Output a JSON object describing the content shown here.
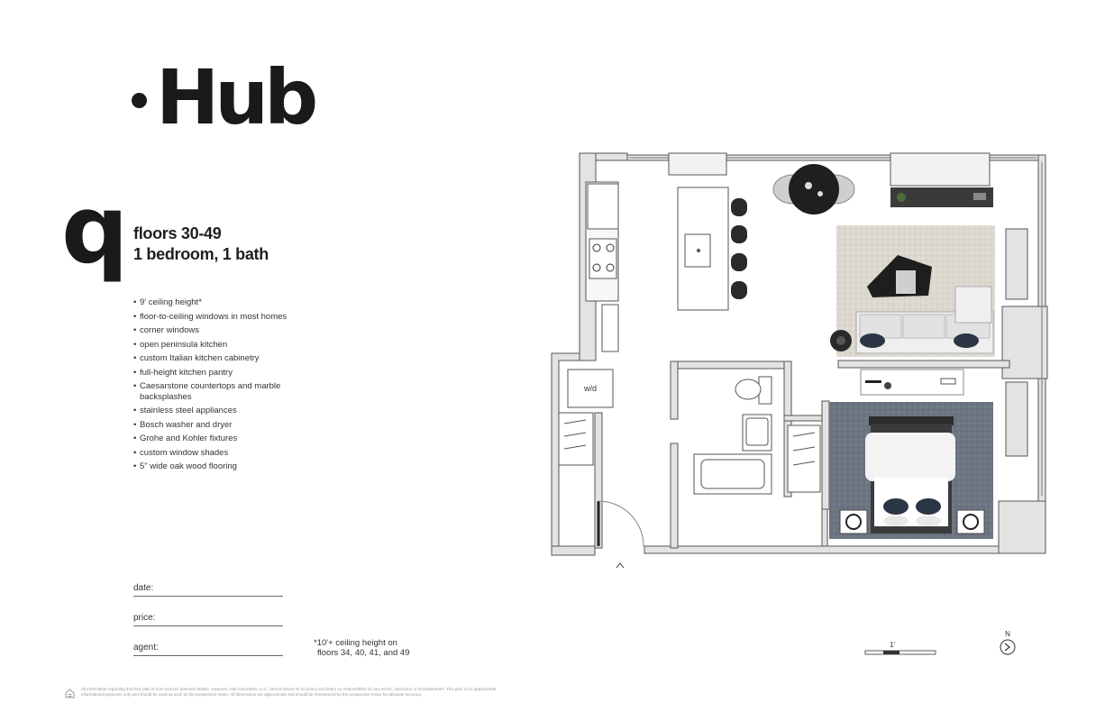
{
  "brand": {
    "name": "Hub"
  },
  "unit": {
    "letter": "q",
    "floors": "floors 30-49",
    "layout": "1 bedroom, 1 bath"
  },
  "features": [
    "9' ceiling height*",
    "floor-to-ceiling windows in most homes",
    "corner windows",
    "open peninsula kitchen",
    "custom Italian kitchen cabinetry",
    "full-height kitchen pantry",
    "Caesarstone countertops and marble backsplashes",
    "stainless steel appliances",
    "Bosch washer and dryer",
    "Grohe and Kohler fixtures",
    "custom window shades",
    "5\" wide oak wood flooring"
  ],
  "form": {
    "date_label": "date:",
    "price_label": "price:",
    "agent_label": "agent:"
  },
  "footnote": {
    "line1": "*10'+ ceiling height on",
    "line2": "floors 34, 40, 41, and 49"
  },
  "plan": {
    "wd_label": "w/d",
    "scale_label": "1'",
    "north_label": "N"
  },
  "disclaimer": "All information regarding this floor plan is from sources deemed reliable. However, Hub Associates, LLC, cannot assure its accuracy and bears no responsibility for any errors, omissions or misstatements. This plan is for approximate informational purposes only and should be used as such by the prospective renter. All dimensions are approximate and should be remeasured by the prospective renter for absolute accuracy."
}
